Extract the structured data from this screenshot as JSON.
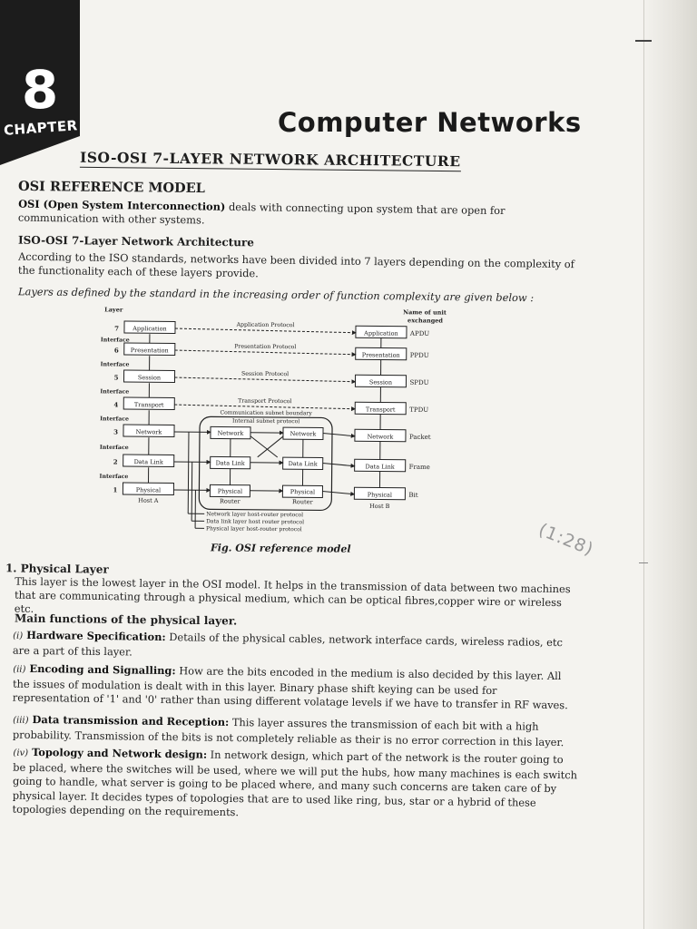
{
  "chapter": {
    "number": "8",
    "label": "CHAPTER",
    "title": "Computer Networks"
  },
  "section_title": "ISO-OSI 7-LAYER NETWORK ARCHITECTURE",
  "subsection_title": "OSI REFERENCE MODEL",
  "intro": {
    "term": "OSI (Open System Interconnection)",
    "text": " deals with connecting upon system that are open for communication with other systems."
  },
  "heading2": "ISO-OSI 7-Layer Network Architecture",
  "para2": "According to the ISO standards, networks have been divided into 7 layers depending on the complexity of the functionality each of these layers provide.",
  "para3": "Layers as defined by the standard in the increasing order of function complexity are given below :",
  "diagram": {
    "col_layer": "Layer",
    "col_unit": "Name of unit exchanged",
    "layers": [
      {
        "num": "7",
        "name": "Application",
        "protocol": "Application Protocol",
        "peer": "Application",
        "unit": "APDU"
      },
      {
        "num": "6",
        "name": "Presentation",
        "protocol": "Presentation Protocol",
        "peer": "Presentation",
        "unit": "PPDU"
      },
      {
        "num": "5",
        "name": "Session",
        "protocol": "Session Protocol",
        "peer": "Session",
        "unit": "SPDU"
      },
      {
        "num": "4",
        "name": "Transport",
        "protocol": "Transport Protocol",
        "peer": "Transport",
        "unit": "TPDU"
      },
      {
        "num": "3",
        "name": "Network",
        "protocol": "",
        "peer": "Network",
        "unit": "Packet"
      },
      {
        "num": "2",
        "name": "Data Link",
        "protocol": "",
        "peer": "Data Link",
        "unit": "Frame"
      },
      {
        "num": "1",
        "name": "Physical",
        "protocol": "",
        "peer": "Physical",
        "unit": "Bit"
      }
    ],
    "interface_label": "Interface",
    "subnet_boundary": "Communication subnet boundary",
    "internal_protocol": "Internal subnet protocol",
    "router_boxes": [
      "Network",
      "Data Link",
      "Physical"
    ],
    "router_label": "Router",
    "host_a": "Host A",
    "host_b": "Host B",
    "legend": [
      "Network layer host-router protocol",
      "Data link layer host router protocol",
      "Physical layer host-router protocol"
    ],
    "caption": "Fig. OSI reference model"
  },
  "pencil_note": "(1:28)",
  "section2": {
    "title": "1. Physical Layer",
    "para": "This layer is the lowest layer in the OSI model. It helps in the transmission of data between two machines that are communicating through a physical medium, which can be optical fibres,copper wire or wireless etc.",
    "main_functions": "Main functions of the physical layer.",
    "items": [
      {
        "num": "(i)",
        "label": "Hardware Specification:",
        "text": " Details of the physical cables, network interface cards, wireless radios, etc are a part of this layer."
      },
      {
        "num": "(ii)",
        "label": "Encoding and Signalling:",
        "text": " How are the bits encoded in the medium is also decided by this layer. All the issues of modulation is dealt with in this layer. Binary phase shift keying can be used for representation of '1' and '0' rather than using different volatage levels if we have to transfer in RF waves."
      },
      {
        "num": "(iii)",
        "label": "Data transmission and Reception:",
        "text": " This layer assures the transmission of each bit with a high probability. Transmission of the bits is not completely reliable as their is no error correction in this layer."
      },
      {
        "num": "(iv)",
        "label": "Topology and Network design:",
        "text": " In network design, which part of the network is the router going to be placed, where the switches will be used, where we will put the hubs, how many machines is each switch going to handle, what server is going to be placed where, and many such concerns are taken care of by physical layer. It decides types of topologies that are to used like ring, bus, star or a hybrid of these topologies depending on the requirements."
      }
    ]
  }
}
